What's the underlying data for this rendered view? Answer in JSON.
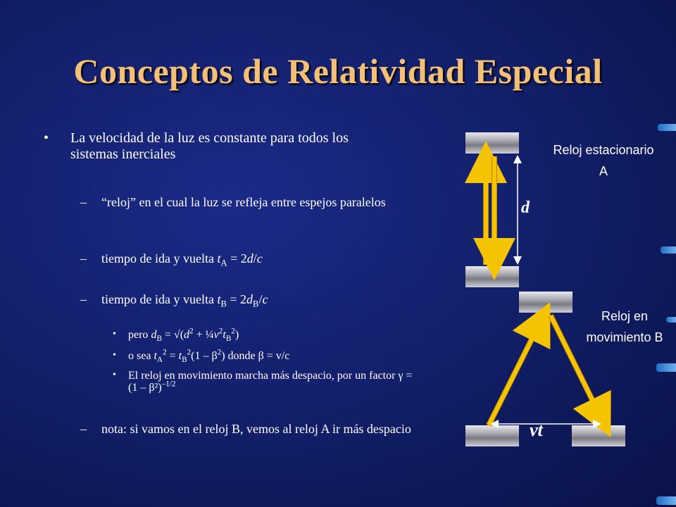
{
  "title": "Conceptos de Relatividad Especial",
  "content": {
    "bullet1": "La velocidad de la luz es constante para todos los sistemas inerciales",
    "sub1": "“reloj” en el cual la luz se refleja entre espejos paralelos",
    "sub2_prefix": "tiempo de ida y vuelta ",
    "sub3_prefix": "tiempo de ida y vuelta ",
    "sub4_prefix": "pero ",
    "sub5_prefix": "o sea ",
    "sub5_suffix": " donde β = v/c",
    "sub6": "El reloj en movimiento marcha más despacio, por un factor γ = (1 – β²)",
    "sub6_exp": "–1/2",
    "nota": "nota: si vamos en el reloj B, vemos al reloj A ir más despacio",
    "bullet_char": "•",
    "dash_char": "–"
  },
  "diagram": {
    "clock_a_label": "Reloj estacionario A",
    "clock_b_label": "Reloj en movimiento B",
    "distance_label": "d",
    "travel_label": "vt",
    "colors": {
      "light": "#f5c400",
      "arrow_edge": "#c08000",
      "mirror": "#a6a6ae"
    }
  }
}
